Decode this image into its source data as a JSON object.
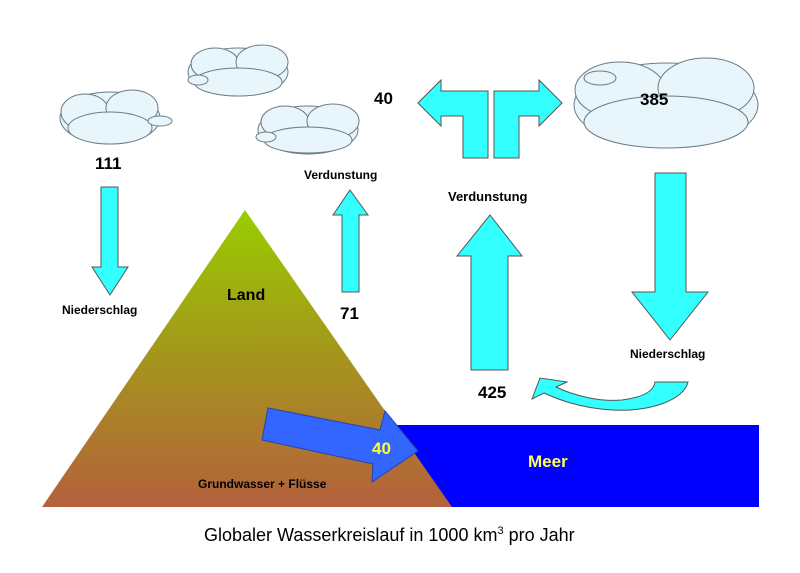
{
  "colors": {
    "arrow": "#33ffff",
    "sea": "#0000ff",
    "land_top": "#99cc00",
    "land_bottom": "#b4603c",
    "groundwater_arrow": "#3366ff",
    "highlight_text": "#ffff33"
  },
  "land": {
    "label": "Land",
    "groundwater_label": "Grundwasser + Flüsse",
    "runoff_value": "40"
  },
  "sea": {
    "label": "Meer"
  },
  "land_cycle": {
    "precipitation_value": "111",
    "precipitation_label": "Niederschlag",
    "evaporation_value": "71",
    "evaporation_label": "Verdunstung"
  },
  "sea_cycle": {
    "evaporation_value": "425",
    "evaporation_label": "Verdunstung",
    "transport_value": "40",
    "precipitation_value": "385",
    "precipitation_label": "Niederschlag"
  },
  "caption": {
    "prefix": "Globaler Wasserkreislauf  in 1000 km",
    "superscript": "3",
    "suffix": " pro Jahr"
  }
}
